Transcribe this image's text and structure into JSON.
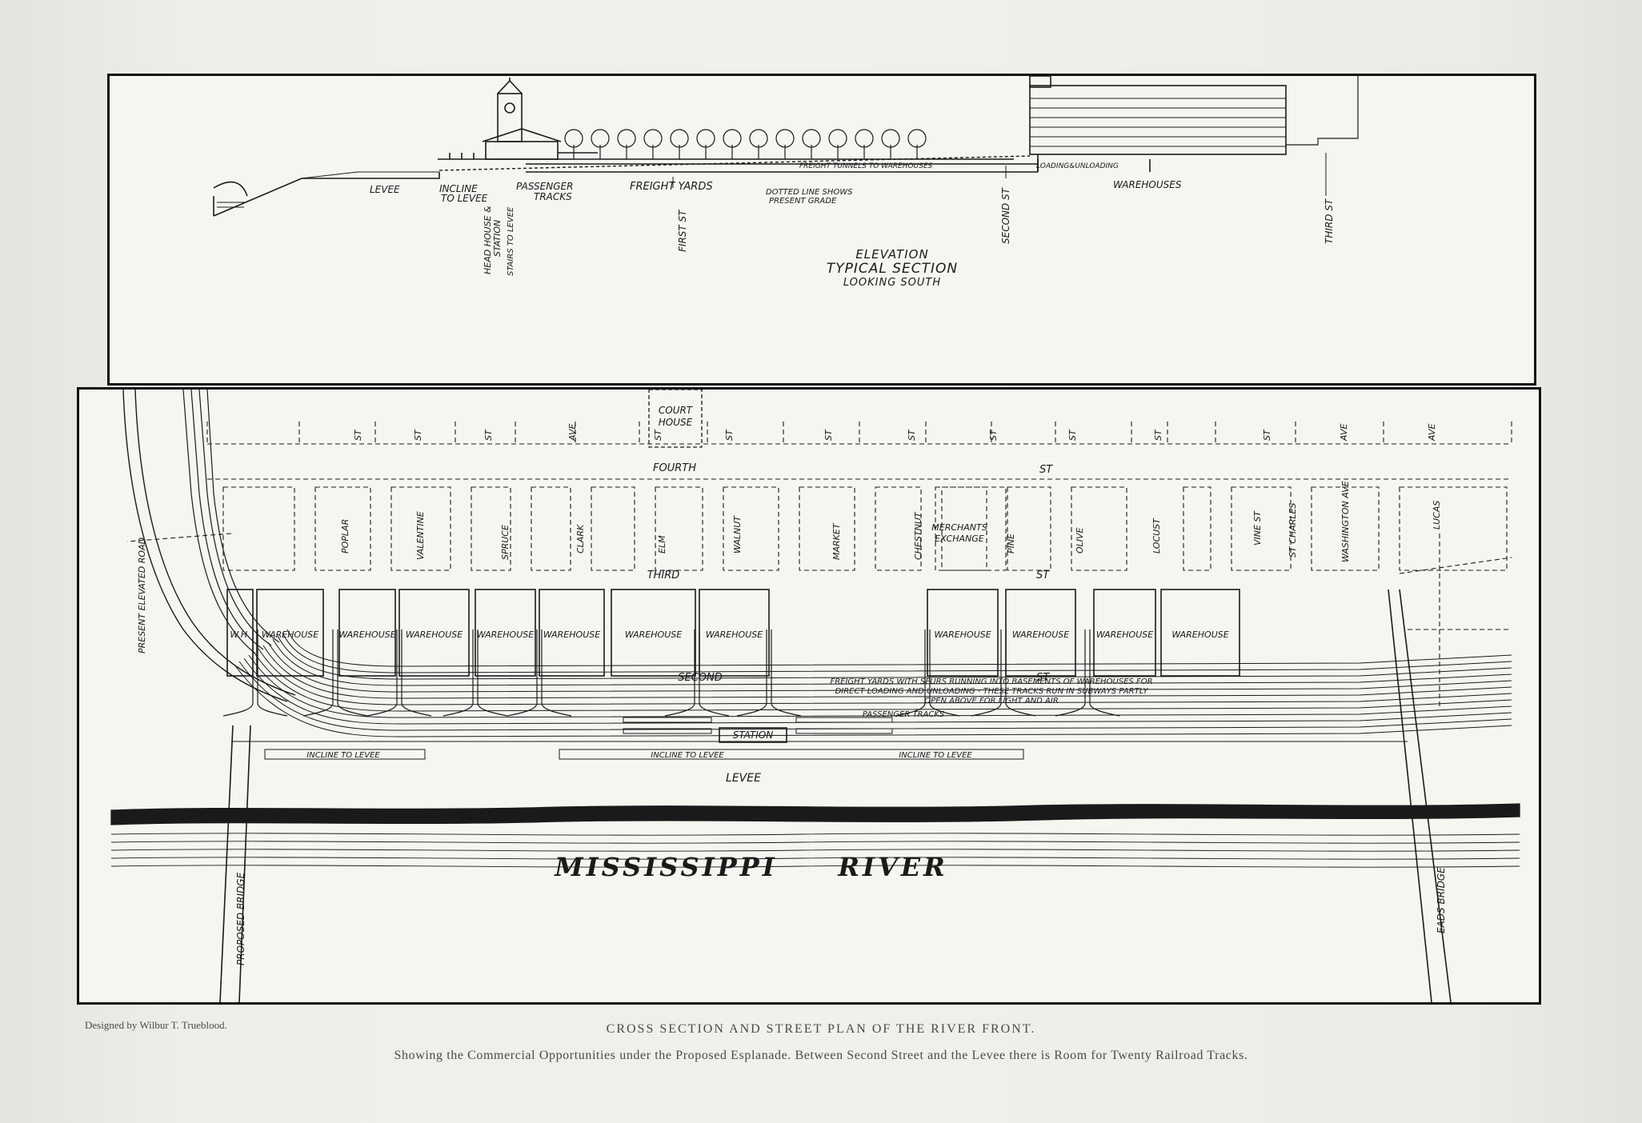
{
  "elevation": {
    "labels": {
      "levee": "LEVEE",
      "incline": "INCLINE\nTO LEVEE",
      "passenger": "PASSENGER\nTRACKS",
      "freight_yards": "FREIGHT YARDS",
      "dotted": "DOTTED LINE SHOWS\nPRESENT GRADE",
      "freight_tunnels": "FREIGHT TUNNELS TO WAREHOUSES",
      "loading": "LOADING&UNLOADING",
      "warehouses": "WAREHOUSES",
      "head_house": "HEAD HOUSE &\nSTATION",
      "stairs": "STAIRS TO LEVEE",
      "first_st": "FIRST ST",
      "second_st": "SECOND ST",
      "third_st": "THIRD ST"
    },
    "title_lines": [
      "ELEVATION",
      "TYPICAL SECTION",
      "LOOKING SOUTH"
    ]
  },
  "plan": {
    "court_house": "COURT\nHOUSE",
    "top_street_suffixes": [
      "ST",
      "ST",
      "ST",
      "AVE",
      "ST",
      "ST",
      "ST",
      "ST",
      "ST",
      "ST",
      "ST",
      "ST",
      "AVE",
      "AVE"
    ],
    "fourth": "FOURTH",
    "fourth_st": "ST",
    "cross_streets": [
      "POPLAR",
      "VALENTINE",
      "SPRUCE",
      "CLARK",
      "ELM",
      "WALNUT",
      "MARKET",
      "CHESTNUT",
      "PINE",
      "OLIVE",
      "LOCUST",
      "VINE ST",
      "ST CHARLES",
      "WASHINGTON AVE",
      "LUCAS"
    ],
    "merchants_exchange": "MERCHANTS\nEXCHANGE",
    "third": "THIRD",
    "third_st": "ST",
    "warehouses": [
      "W.H.",
      "WAREHOUSE",
      "WAREHOUSE",
      "WAREHOUSE",
      "WAREHOUSE",
      "WAREHOUSE",
      "WAREHOUSE",
      "WAREHOUSE",
      "WAREHOUSE",
      "WAREHOUSE",
      "WAREHOUSE",
      "WAREHOUSE"
    ],
    "second": "SECOND",
    "second_st": "ST",
    "freight_note": [
      "FREIGHT YARDS WITH SPURS RUNNING INTO BASEMENTS OF WAREHOUSES FOR",
      "DIRECT LOADING AND UNLOADING - THESE TRACKS RUN IN SUBWAYS PARTLY",
      "OPEN ABOVE FOR LIGHT AND AIR"
    ],
    "passenger_tracks": "PASSENGER TRACKS",
    "station": "STATION",
    "incline_labels": [
      "INCLINE TO LEVEE",
      "INCLINE TO LEVEE",
      "INCLINE TO LEVEE"
    ],
    "levee": "LEVEE",
    "present_elevated_road": "PRESENT ELEVATED ROAD",
    "proposed_bridge": "PROPOSED BRIDGE",
    "eads_bridge": "EADS BRIDGE",
    "river": "MISSISSIPPI     RIVER"
  },
  "captions": {
    "credit": "Designed by Wilbur T. Trueblood.",
    "title": "CROSS SECTION AND STREET PLAN OF THE RIVER FRONT.",
    "subtitle": "Showing the Commercial Opportunities under the Proposed Esplanade.  Between Second Street and the Levee there is Room for Twenty Railroad Tracks."
  }
}
